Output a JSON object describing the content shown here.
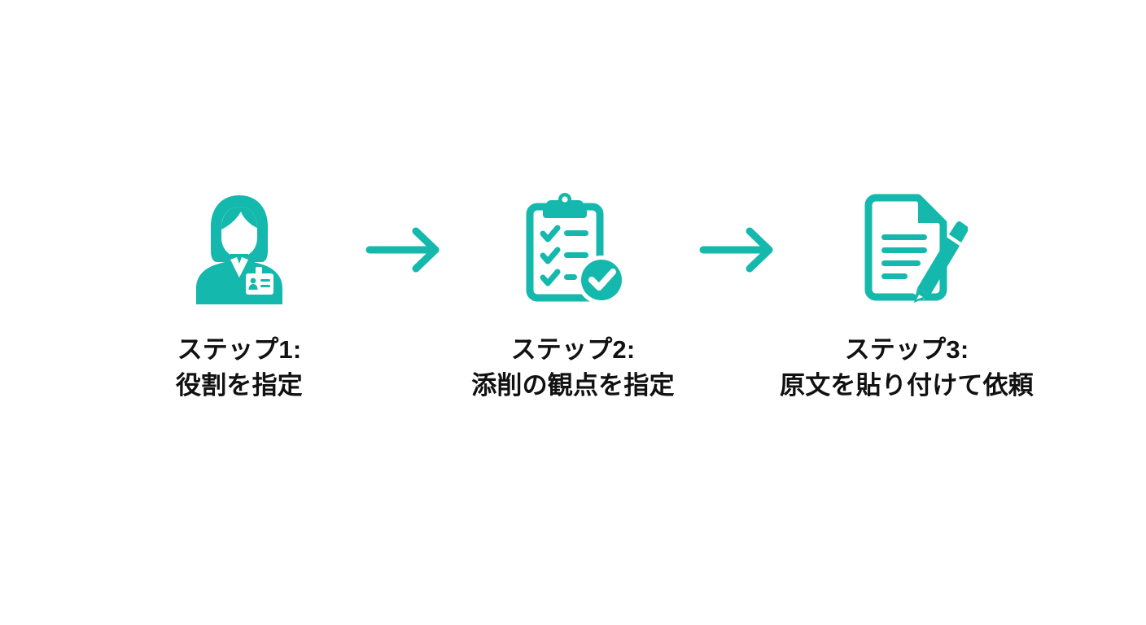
{
  "page": {
    "background_color": "#ffffff",
    "accent_color": "#14b8ac",
    "text_color": "#111111"
  },
  "flow": {
    "steps": [
      {
        "icon": "person-id-badge-icon",
        "line1": "ステップ1:",
        "line2": "役割を指定"
      },
      {
        "icon": "clipboard-checklist-approved-icon",
        "line1": "ステップ2:",
        "line2": "添削の観点を指定"
      },
      {
        "icon": "document-pencil-edit-icon",
        "line1": "ステップ3:",
        "line2": "原文を貼り付けて依頼"
      }
    ],
    "connectors": [
      {
        "icon": "arrow-right-icon"
      },
      {
        "icon": "arrow-right-icon"
      }
    ]
  }
}
